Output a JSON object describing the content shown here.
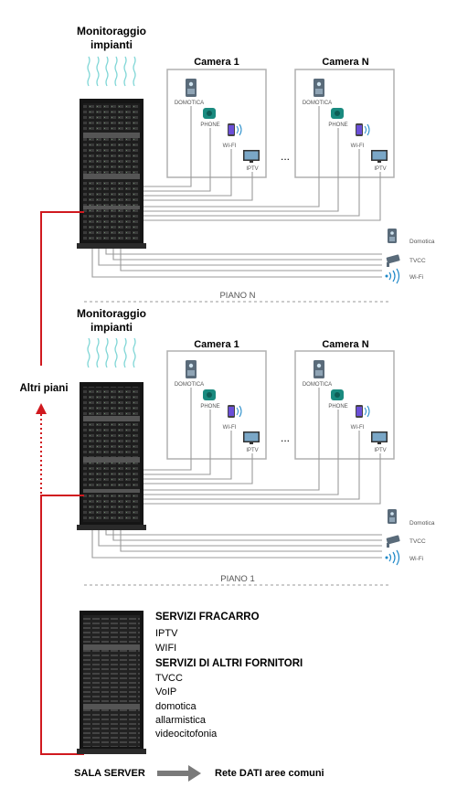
{
  "floors": [
    {
      "monitor_title_1": "Monitoraggio",
      "monitor_title_2": "impianti",
      "room_first": "Camera 1",
      "room_last": "Camera N",
      "room_labels": {
        "domotica": "DOMOTICA",
        "phone": "PHONE",
        "wifi": "WI-FI",
        "iptv": "IPTV"
      },
      "dots": "...",
      "common": {
        "domotica": "Domotica",
        "tvcc": "TVCC",
        "wifi": "Wi-Fi"
      },
      "floor_label": "PIANO N"
    },
    {
      "monitor_title_1": "Monitoraggio",
      "monitor_title_2": "impianti",
      "room_first": "Camera 1",
      "room_last": "Camera N",
      "room_labels": {
        "domotica": "DOMOTICA",
        "phone": "PHONE",
        "wifi": "WI-FI",
        "iptv": "IPTV"
      },
      "dots": "...",
      "common": {
        "domotica": "Domotica",
        "tvcc": "TVCC",
        "wifi": "Wi-Fi"
      },
      "floor_label": "PIANO 1"
    }
  ],
  "other_floors": "Altri piani",
  "server": {
    "label": "SALA SERVER",
    "arrow_target": "Rete DATI aree comuni",
    "services_fracarro_title": "SERVIZI FRACARRO",
    "services_fracarro": [
      "IPTV",
      "WIFI"
    ],
    "services_others_title": "SERVIZI DI ALTRI FORNITORI",
    "services_others": [
      "TVCC",
      "VoIP",
      "domotica",
      "allarmistica",
      "videocitofonia"
    ]
  },
  "colors": {
    "accent_red": "#d0191f",
    "cable": "#9a9a9a",
    "rack": "#1b1b1b",
    "wave": "#7fd6d6",
    "arrow_grey": "#7a7a7a"
  }
}
